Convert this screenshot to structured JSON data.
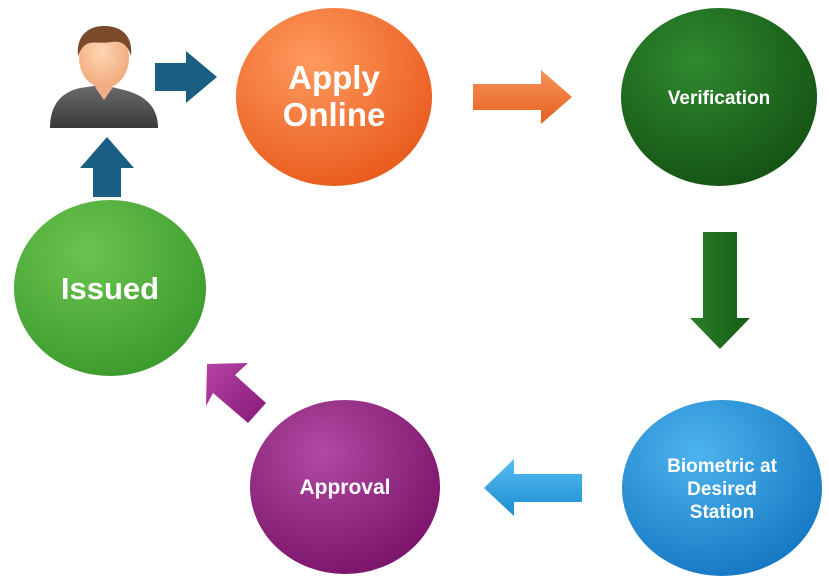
{
  "diagram": {
    "nodes": [
      {
        "id": "apply",
        "lines": [
          "Apply",
          "Online"
        ],
        "color": "#ef6a2a"
      },
      {
        "id": "verification",
        "lines": [
          "Verification"
        ],
        "color": "#1f6e1f"
      },
      {
        "id": "biometric",
        "lines": [
          "Biometric at",
          "Desired",
          "Station"
        ],
        "color": "#1e8fd6"
      },
      {
        "id": "approval",
        "lines": [
          "Approval"
        ],
        "color": "#8e1b7f"
      },
      {
        "id": "issued",
        "lines": [
          "Issued"
        ],
        "color": "#47a838"
      }
    ],
    "user_icon": "user-avatar-icon",
    "arrow_colors": {
      "user_to_apply": "#1a5e84",
      "apply_to_verification": "#f2722e",
      "verification_to_biometric": "#1f6e1f",
      "biometric_to_approval": "#2298d8",
      "approval_to_issued": "#9a1f8a",
      "issued_to_user": "#1a5e84"
    }
  }
}
